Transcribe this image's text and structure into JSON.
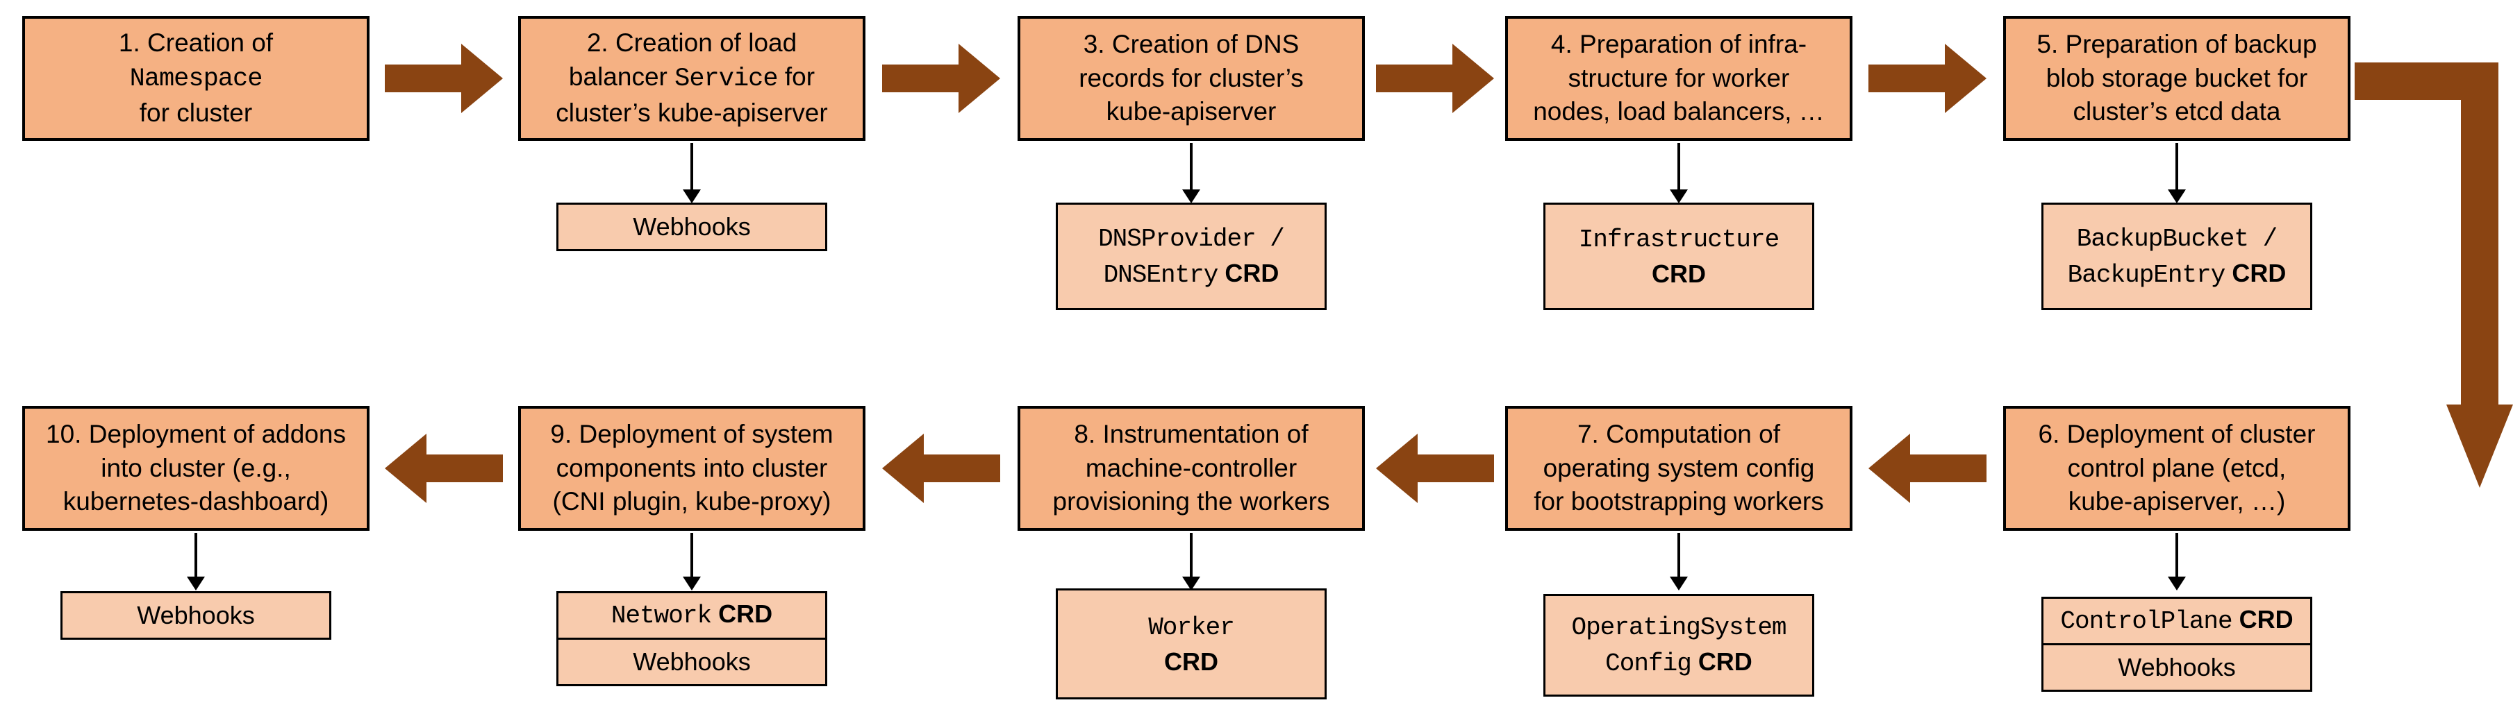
{
  "colors": {
    "step_fill": "#F5B183",
    "sub_fill": "#F8CBAD",
    "arrow": "#8A4412",
    "border": "#000000",
    "background": "#FFFFFF"
  },
  "steps": {
    "s1": {
      "segments": [
        {
          "t": "1. Creation of"
        },
        {
          "br": true
        },
        {
          "t": "Namespace",
          "mono": true
        },
        {
          "br": true
        },
        {
          "t": "for cluster"
        }
      ]
    },
    "s2": {
      "segments": [
        {
          "t": "2. Creation of load"
        },
        {
          "br": true
        },
        {
          "t": "balancer "
        },
        {
          "t": "Service",
          "mono": true
        },
        {
          "t": " for"
        },
        {
          "br": true
        },
        {
          "t": "cluster’s kube-apiserver"
        }
      ]
    },
    "s3": {
      "segments": [
        {
          "t": "3. Creation of DNS"
        },
        {
          "br": true
        },
        {
          "t": "records for cluster’s"
        },
        {
          "br": true
        },
        {
          "t": "kube-apiserver"
        }
      ]
    },
    "s4": {
      "segments": [
        {
          "t": "4. Preparation of infra-"
        },
        {
          "br": true
        },
        {
          "t": "structure for worker"
        },
        {
          "br": true
        },
        {
          "t": "nodes, load balancers, …"
        }
      ]
    },
    "s5": {
      "segments": [
        {
          "t": "5. Preparation of backup"
        },
        {
          "br": true
        },
        {
          "t": "blob storage bucket for"
        },
        {
          "br": true
        },
        {
          "t": "cluster’s etcd data"
        }
      ]
    },
    "s6": {
      "segments": [
        {
          "t": "6. Deployment of cluster"
        },
        {
          "br": true
        },
        {
          "t": "control plane (etcd,"
        },
        {
          "br": true
        },
        {
          "t": "kube-apiserver, …)"
        }
      ]
    },
    "s7": {
      "segments": [
        {
          "t": "7. Computation of"
        },
        {
          "br": true
        },
        {
          "t": "operating system config"
        },
        {
          "br": true
        },
        {
          "t": "for bootstrapping workers"
        }
      ]
    },
    "s8": {
      "segments": [
        {
          "t": "8. Instrumentation of"
        },
        {
          "br": true
        },
        {
          "t": "machine-controller"
        },
        {
          "br": true
        },
        {
          "t": "provisioning the workers"
        }
      ]
    },
    "s9": {
      "segments": [
        {
          "t": "9. Deployment of system"
        },
        {
          "br": true
        },
        {
          "t": "components into cluster"
        },
        {
          "br": true
        },
        {
          "t": "(CNI plugin, kube-proxy)"
        }
      ]
    },
    "s10": {
      "segments": [
        {
          "t": "10. Deployment of addons"
        },
        {
          "br": true
        },
        {
          "t": "into cluster (e.g.,"
        },
        {
          "br": true
        },
        {
          "t": "kubernetes-dashboard)"
        }
      ]
    }
  },
  "subboxes": {
    "webhooks_step2": {
      "segments": [
        {
          "t": "Webhooks"
        }
      ]
    },
    "dns_crd": {
      "segments": [
        {
          "t": "DNSProvider /",
          "mono": true
        },
        {
          "br": true
        },
        {
          "t": "DNSEntry",
          "mono": true
        },
        {
          "t": " "
        },
        {
          "t": "CRD",
          "bold": true
        }
      ]
    },
    "infrastructure_crd": {
      "segments": [
        {
          "t": "Infrastructure",
          "mono": true
        },
        {
          "br": true
        },
        {
          "t": "CRD",
          "bold": true
        }
      ]
    },
    "backup_crd": {
      "segments": [
        {
          "t": "BackupBucket /",
          "mono": true
        },
        {
          "br": true
        },
        {
          "t": "BackupEntry",
          "mono": true
        },
        {
          "t": " "
        },
        {
          "t": "CRD",
          "bold": true
        }
      ]
    },
    "controlplane_crd": {
      "segments": [
        {
          "t": "ControlPlane",
          "mono": true
        },
        {
          "t": " "
        },
        {
          "t": "CRD",
          "bold": true
        }
      ]
    },
    "webhooks_step6": {
      "segments": [
        {
          "t": "Webhooks"
        }
      ]
    },
    "osc_crd": {
      "segments": [
        {
          "t": "OperatingSystem",
          "mono": true
        },
        {
          "br": true
        },
        {
          "t": "Config",
          "mono": true
        },
        {
          "t": " "
        },
        {
          "t": "CRD",
          "bold": true
        }
      ]
    },
    "worker_crd": {
      "segments": [
        {
          "t": "Worker",
          "mono": true
        },
        {
          "br": true
        },
        {
          "t": "CRD",
          "bold": true
        }
      ]
    },
    "network_crd": {
      "segments": [
        {
          "t": "Network",
          "mono": true
        },
        {
          "t": " "
        },
        {
          "t": "CRD",
          "bold": true
        }
      ]
    },
    "webhooks_step9": {
      "segments": [
        {
          "t": "Webhooks"
        }
      ]
    },
    "webhooks_step10": {
      "segments": [
        {
          "t": "Webhooks"
        }
      ]
    }
  }
}
